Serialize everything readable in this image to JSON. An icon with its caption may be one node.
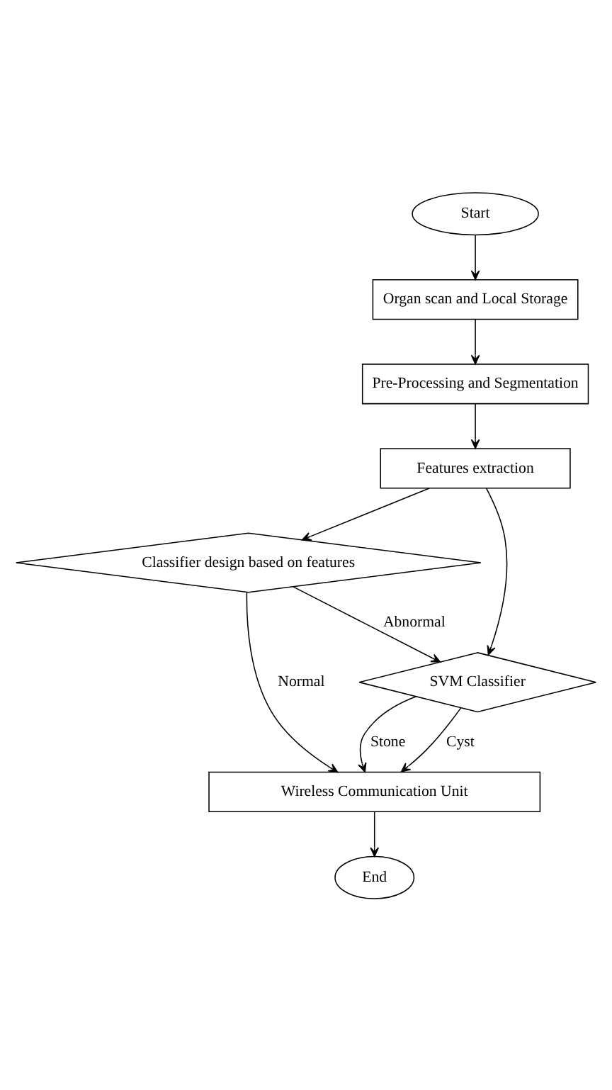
{
  "diagram": {
    "nodes": [
      {
        "text": [
          "Start"
        ]
      },
      {
        "text": [
          "Organ scan and Local Storage"
        ]
      },
      {
        "text": [
          "Pre-Processing and Segmentation"
        ]
      },
      {
        "text": [
          "Features extraction"
        ]
      },
      {
        "text": [
          "Classifier design based on features"
        ]
      },
      {
        "text": [
          "SVM Classifier"
        ]
      },
      {
        "text": [
          "Wireless Communication Unit"
        ]
      },
      {
        "text": [
          "End"
        ]
      }
    ],
    "edges": [
      {
        "from": 0,
        "to": 1,
        "arrow": "to"
      },
      {
        "from": 1,
        "to": 2,
        "arrow": "to"
      },
      {
        "from": 2,
        "to": 3,
        "arrow": "to"
      },
      {
        "from": 3,
        "to": 4,
        "arrow": "to"
      },
      {
        "from": 3,
        "to": 5,
        "arrow": "to"
      },
      {
        "from": 4,
        "to": 5,
        "arrow": "to",
        "label": "Abnormal"
      },
      {
        "from": 4,
        "to": 6,
        "arrow": "to",
        "label": "Normal"
      },
      {
        "from": 5,
        "to": 6,
        "arrow": "to",
        "label": "Cyst"
      },
      {
        "from": 5,
        "to": 6,
        "arrow": "to",
        "label": "Stone"
      },
      {
        "from": 6,
        "to": 7,
        "arrow": "to"
      }
    ]
  }
}
